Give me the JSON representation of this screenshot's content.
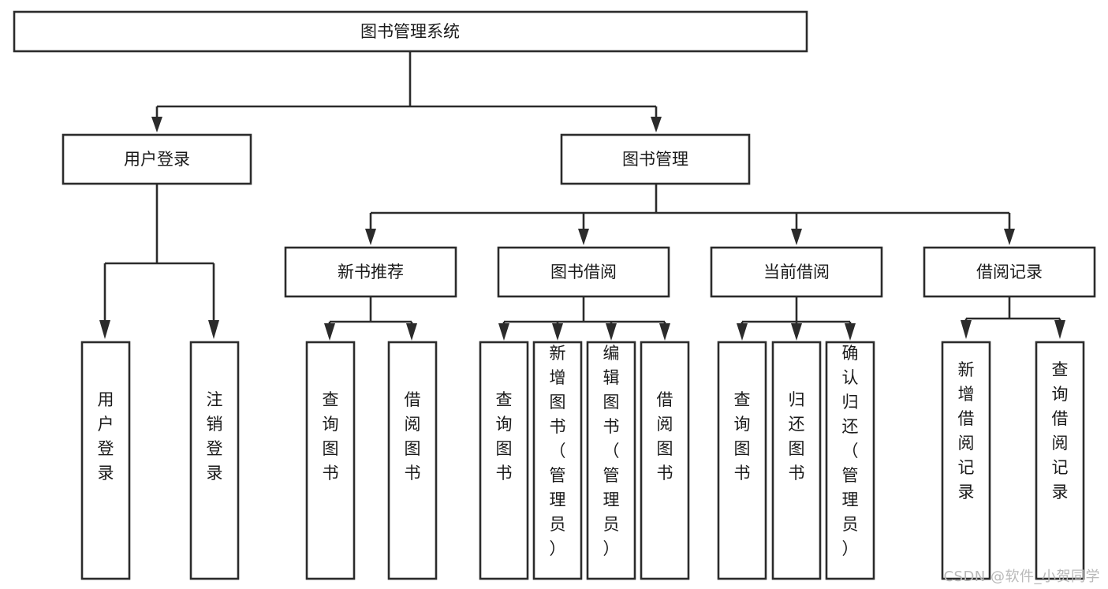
{
  "diagram": {
    "type": "tree",
    "title": "图书管理系统",
    "watermark": "CSDN @软件_小贺同学",
    "colors": {
      "box_stroke": "#2b2b2b",
      "box_fill": "#ffffff",
      "text": "#1a1a1a",
      "watermark": "#b9b9b9",
      "background": "#ffffff"
    },
    "levels": {
      "root": {
        "label": "图书管理系统"
      },
      "level2": [
        {
          "label": "用户登录"
        },
        {
          "label": "图书管理"
        }
      ],
      "level3": [
        {
          "label": "新书推荐"
        },
        {
          "label": "图书借阅"
        },
        {
          "label": "当前借阅"
        },
        {
          "label": "借阅记录"
        }
      ]
    },
    "leaves": {
      "user_login": [
        {
          "label": "用户登录"
        },
        {
          "label": "注销登录"
        }
      ],
      "new_book": [
        {
          "label": "查询图书"
        },
        {
          "label": "借阅图书"
        }
      ],
      "book_borrow": [
        {
          "label": "查询图书"
        },
        {
          "label": "新增图书（管理员）"
        },
        {
          "label": "编辑图书（管理员）"
        },
        {
          "label": "借阅图书"
        }
      ],
      "current_borrow": [
        {
          "label": "查询图书"
        },
        {
          "label": "归还图书"
        },
        {
          "label": "确认归还（管理员）"
        }
      ],
      "borrow_record": [
        {
          "label": "新增借阅记录"
        },
        {
          "label": "查询借阅记录"
        }
      ]
    }
  }
}
